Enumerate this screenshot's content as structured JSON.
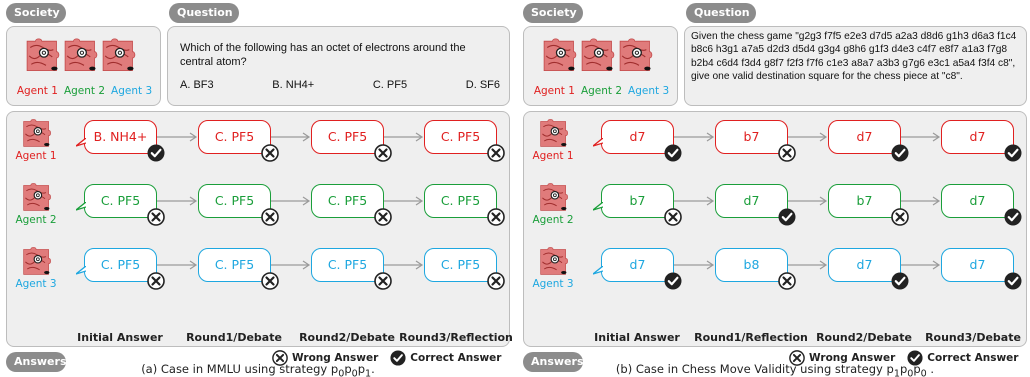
{
  "colors": {
    "agent1": "#e02020",
    "agent2": "#1a9e3a",
    "agent3": "#1ea7e0",
    "tag_bg": "#8c8c8c",
    "box_bg": "#efefef"
  },
  "legend": {
    "wrong": "Wrong Answer",
    "correct": "Correct Answer"
  },
  "panels": [
    {
      "tags": {
        "society": "Society",
        "question": "Question",
        "answers": "Answers"
      },
      "agents": [
        "Agent 1",
        "Agent 2",
        "Agent 3"
      ],
      "question": {
        "text": "Which of the following has an octet of electrons around the central atom?",
        "options": [
          "A. BF3",
          "B. NH4+",
          "C. PF5",
          "D. SF6"
        ]
      },
      "rounds": [
        "Initial Answer",
        "Round1/Debate",
        "Round2/Debate",
        "Round3/Reflection"
      ],
      "answers": [
        [
          "B. NH4+",
          "C. PF5",
          "C. PF5",
          "C. PF5"
        ],
        [
          "C. PF5",
          "C. PF5",
          "C. PF5",
          "C. PF5"
        ],
        [
          "C. PF5",
          "C. PF5",
          "C. PF5",
          "C. PF5"
        ]
      ],
      "correct": [
        [
          true,
          false,
          false,
          false
        ],
        [
          false,
          false,
          false,
          false
        ],
        [
          false,
          false,
          false,
          false
        ]
      ],
      "caption": {
        "text": "(a) Case in MMLU using strategy p",
        "subs": [
          "0",
          "0",
          "1"
        ],
        "end": "."
      }
    },
    {
      "tags": {
        "society": "Society",
        "question": "Question",
        "answers": "Answers"
      },
      "agents": [
        "Agent 1",
        "Agent 2",
        "Agent 3"
      ],
      "question": {
        "text": "Given the chess game \"g2g3 f7f5 e2e3 d7d5 a2a3 d8d6 g1h3 d6a3 f1c4 b8c6 h3g1 a7a5 d2d3 d5d4 g3g4 g8h6 g1f3 d4e3 c4f7 e8f7 a1a3 f7g8 b2b4 c6d4 f3d4 g8f7 f2f3 f7f6 c1e3 a8a7 a3b3 g7g6 e3c1 a5a4 f3f4 c8\", give one valid destination square for the chess piece at \"c8\".",
        "options": []
      },
      "rounds": [
        "Initial Answer",
        "Round1/Reflection",
        "Round2/Debate",
        "Round3/Debate"
      ],
      "answers": [
        [
          "d7",
          "b7",
          "d7",
          "d7"
        ],
        [
          "b7",
          "d7",
          "b7",
          "d7"
        ],
        [
          "d7",
          "b8",
          "d7",
          "d7"
        ]
      ],
      "correct": [
        [
          true,
          false,
          true,
          true
        ],
        [
          false,
          true,
          false,
          true
        ],
        [
          true,
          false,
          true,
          true
        ]
      ],
      "caption": {
        "text": "(b) Case in Chess Move Validity using strategy p",
        "subs": [
          "1",
          "0",
          "0"
        ],
        "end": " ."
      }
    }
  ]
}
